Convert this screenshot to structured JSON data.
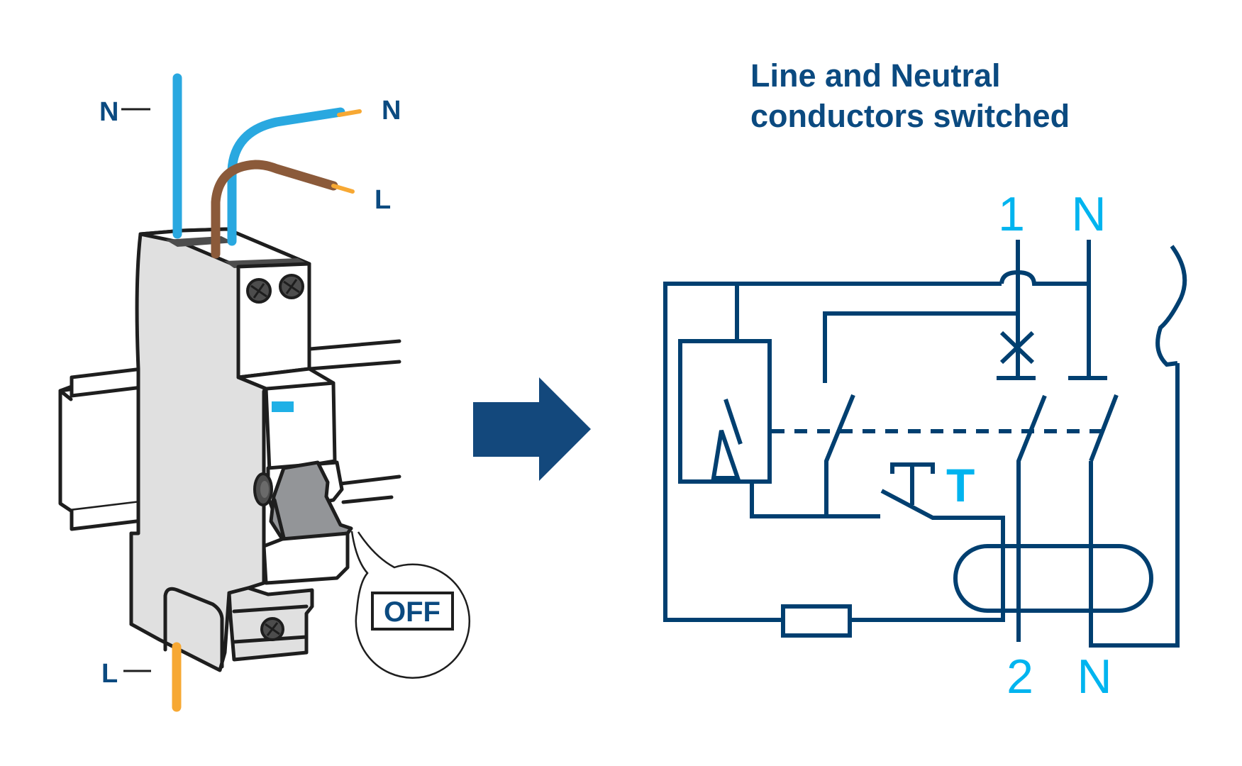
{
  "title": {
    "line1": "Line and Neutral",
    "line2": "conductors switched"
  },
  "device_illustration": {
    "wire_labels": {
      "top_left": "N",
      "top_right_neutral": "N",
      "top_right_line": "L",
      "bottom_left": "L"
    },
    "handle_state_callout": "OFF",
    "colors": {
      "neutral_wire": "#29a8e0",
      "line_wire": "#8b5a3a",
      "conductor_tip": "#f7a833",
      "body_grey": "#e0e0e0",
      "handle_grey": "#939598",
      "indicator": "#1fb0e6"
    }
  },
  "transition_arrow": {
    "icon": "arrow-right-icon",
    "color": "#13487c"
  },
  "schematic": {
    "terminal_labels_top": [
      "1",
      "N"
    ],
    "terminal_labels_bottom": [
      "2",
      "N"
    ],
    "test_button_label": "T",
    "colors": {
      "lines": "#003f70",
      "labels": "#00b4ef"
    }
  }
}
